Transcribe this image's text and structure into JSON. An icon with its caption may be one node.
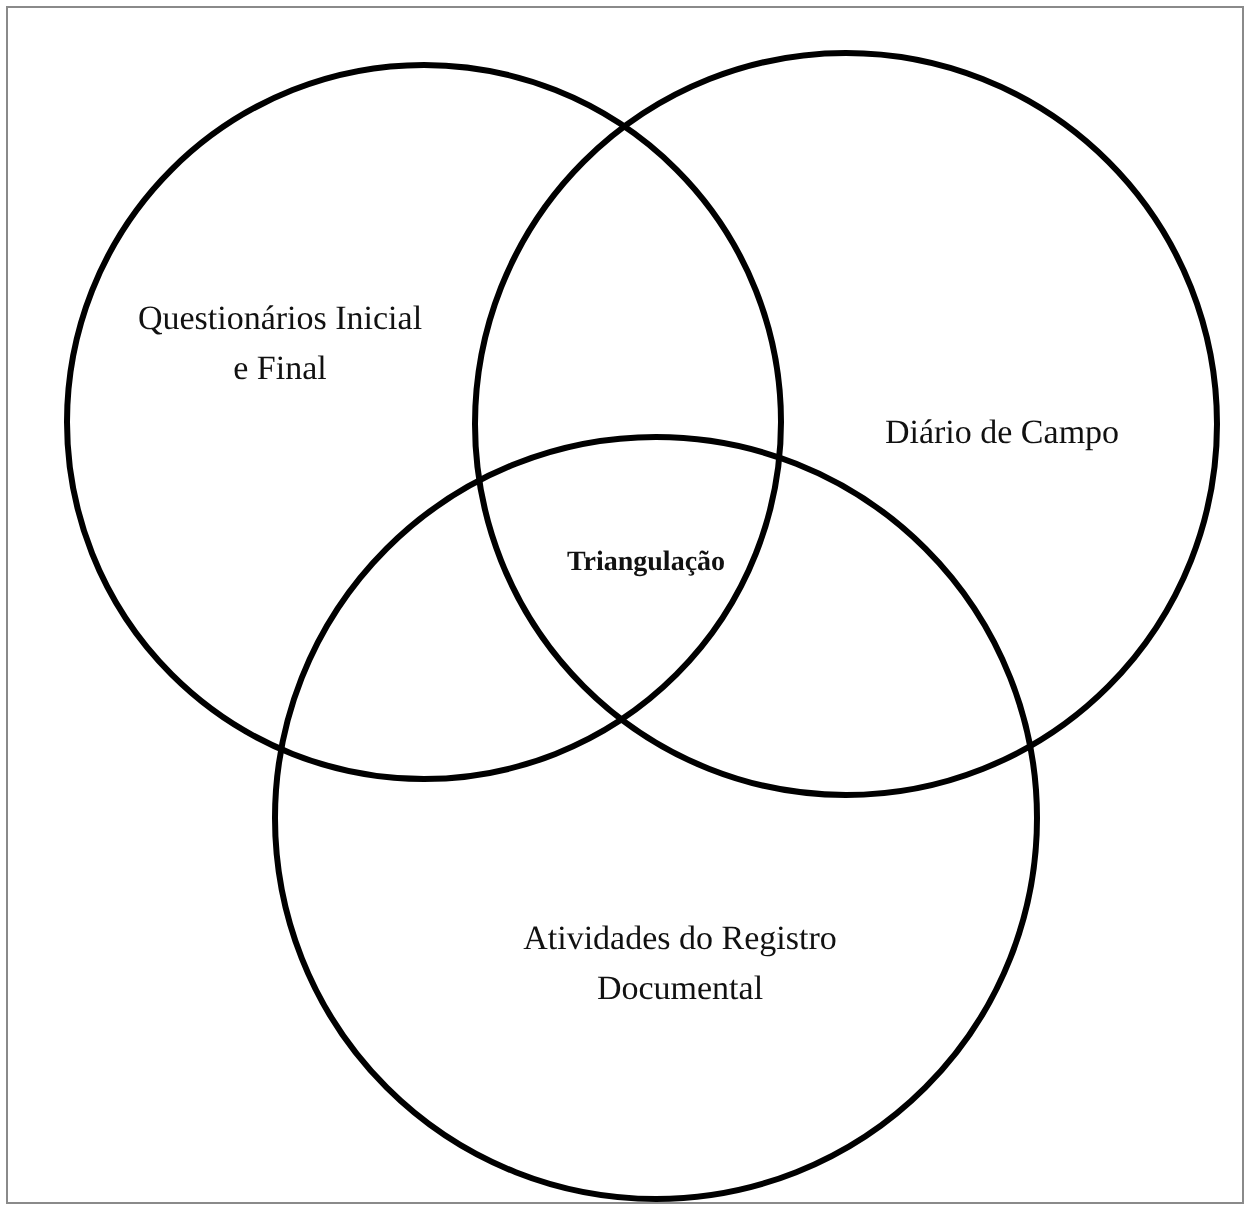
{
  "diagram": {
    "nodes": [
      {
        "text": [
          "Questionários Inicial e Final"
        ]
      },
      {
        "text": [
          "Diário de Campo"
        ]
      },
      {
        "text": [
          "Atividades do Registro Documental"
        ]
      }
    ],
    "labels": [
      "Triangulação"
    ]
  }
}
